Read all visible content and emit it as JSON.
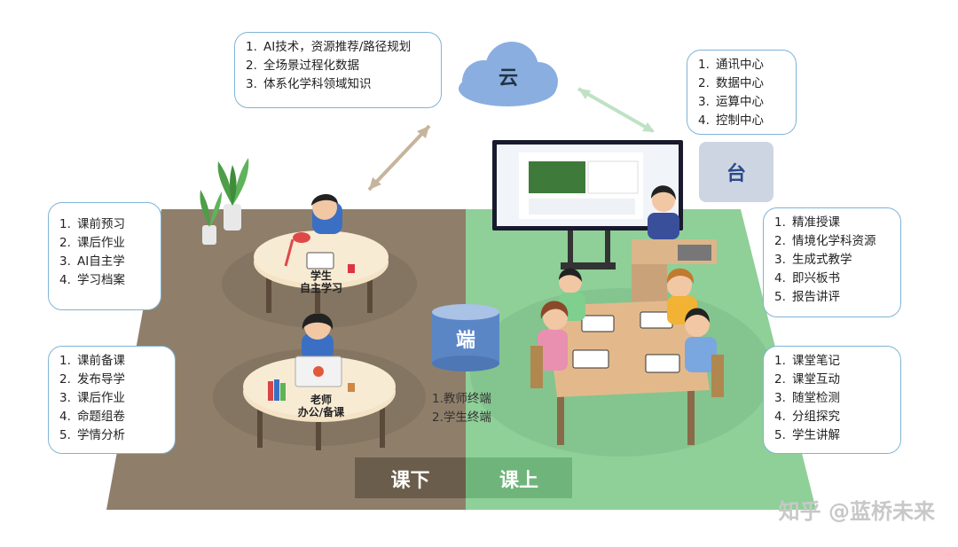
{
  "cloud": {
    "label": "云",
    "items": [
      {
        "num": "1.",
        "text": "AI技术，资源推荐/路径规划"
      },
      {
        "num": "2.",
        "text": "全场景过程化数据"
      },
      {
        "num": "3.",
        "text": "体系化学科领域知识"
      }
    ]
  },
  "platform": {
    "label": "台",
    "items": [
      {
        "num": "1.",
        "text": "通讯中心"
      },
      {
        "num": "2.",
        "text": "数据中心"
      },
      {
        "num": "3.",
        "text": "运算中心"
      },
      {
        "num": "4.",
        "text": "控制中心"
      }
    ]
  },
  "terminal": {
    "label": "端",
    "items": [
      "1.教师终端",
      "2.学生终端"
    ]
  },
  "left_top_list": [
    {
      "num": "1.",
      "text": "课前预习"
    },
    {
      "num": "2.",
      "text": "课后作业"
    },
    {
      "num": "3.",
      "text": "AI自主学"
    },
    {
      "num": "4.",
      "text": "学习档案"
    }
  ],
  "left_bottom_list": [
    {
      "num": "1.",
      "text": "课前备课"
    },
    {
      "num": "2.",
      "text": "发布导学"
    },
    {
      "num": "3.",
      "text": "课后作业"
    },
    {
      "num": "4.",
      "text": "命题组卷"
    },
    {
      "num": "5.",
      "text": "学情分析"
    }
  ],
  "right_top_list": [
    {
      "num": "1.",
      "text": "精准授课"
    },
    {
      "num": "2.",
      "text": "情境化学科资源"
    },
    {
      "num": "3.",
      "text": "生成式教学"
    },
    {
      "num": "4.",
      "text": "即兴板书"
    },
    {
      "num": "5.",
      "text": "报告讲评"
    }
  ],
  "right_bottom_list": [
    {
      "num": "1.",
      "text": "课堂笔记"
    },
    {
      "num": "2.",
      "text": "课堂互动"
    },
    {
      "num": "3.",
      "text": "随堂检测"
    },
    {
      "num": "4.",
      "text": "分组探究"
    },
    {
      "num": "5.",
      "text": "学生讲解"
    }
  ],
  "student_table": {
    "line1": "学生",
    "line2": "自主学习"
  },
  "teacher_table": {
    "line1": "老师",
    "line2": "办公/备课"
  },
  "zone_labels": {
    "offline": "课下",
    "online": "课上"
  },
  "watermark": "知乎 @蓝桥未来",
  "colors": {
    "floor_offline": "#8f7f6a",
    "floor_online": "#8fcf98",
    "box_border": "#7fb3d6",
    "cloud": "#8aaee0",
    "terminal": "#5b86c6"
  }
}
